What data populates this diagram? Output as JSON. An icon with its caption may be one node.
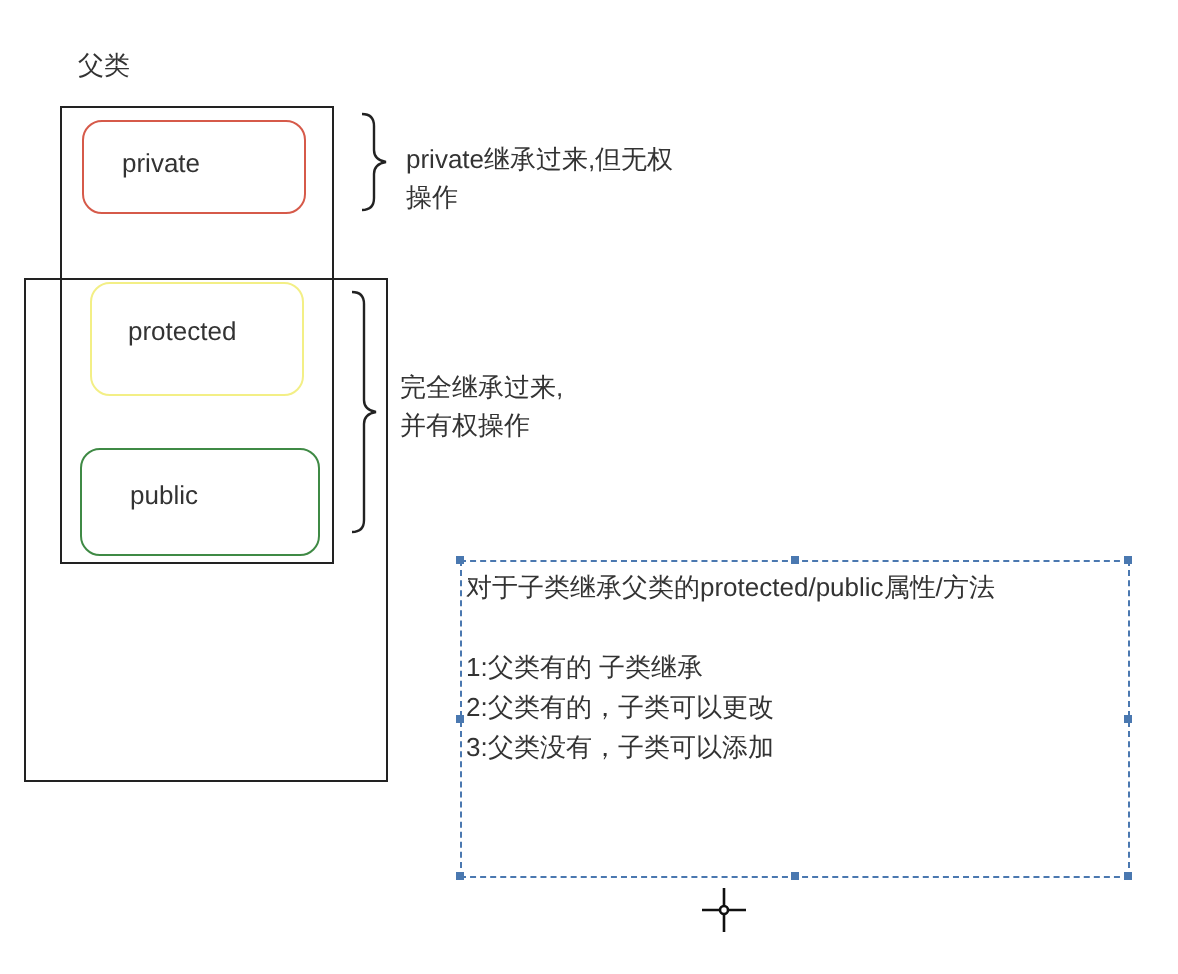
{
  "diagram": {
    "nodes": [
      {
        "text": [
          "父类"
        ]
      },
      {
        "text": [
          "private"
        ],
        "in": 0
      },
      {
        "text": [],
        "shape": "box"
      },
      {
        "text": [
          "protected"
        ]
      },
      {
        "text": [
          "public"
        ]
      },
      {
        "text": [
          "对于子类继承父类的protected/public属性/方法",
          "1:父类有的 子类继承",
          "2:父类有的，子类可以更改",
          "3:父类没有，子类可以添加"
        ]
      }
    ],
    "labels": [
      "private继承过来,但无权操作",
      "完全继承过来,并有权操作"
    ]
  }
}
